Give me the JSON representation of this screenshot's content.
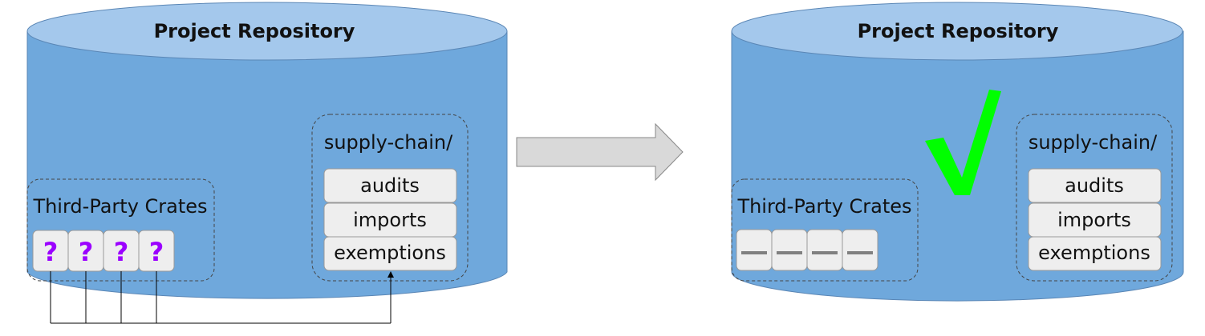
{
  "colors": {
    "cylinder_body": "#6fa8dc",
    "cylinder_top": "#a4c8ec",
    "box_fill": "#eeeeee",
    "question_mark": "#9b00ff",
    "check_mark": "#00ff00",
    "arrow_fill": "#d9d9d9",
    "dash": "#808080"
  },
  "before": {
    "title": "Project Repository",
    "crates_label": "Third-Party Crates",
    "crates": [
      "?",
      "?",
      "?",
      "?"
    ],
    "supply_chain_label": "supply-chain/",
    "files": [
      "audits",
      "imports",
      "exemptions"
    ]
  },
  "after": {
    "title": "Project Repository",
    "crates_label": "Third-Party Crates",
    "crates": [
      "—",
      "—",
      "—",
      "—"
    ],
    "check": "√",
    "supply_chain_label": "supply-chain/",
    "files": [
      "audits",
      "imports",
      "exemptions"
    ]
  },
  "transition_icon": "right-arrow-icon"
}
